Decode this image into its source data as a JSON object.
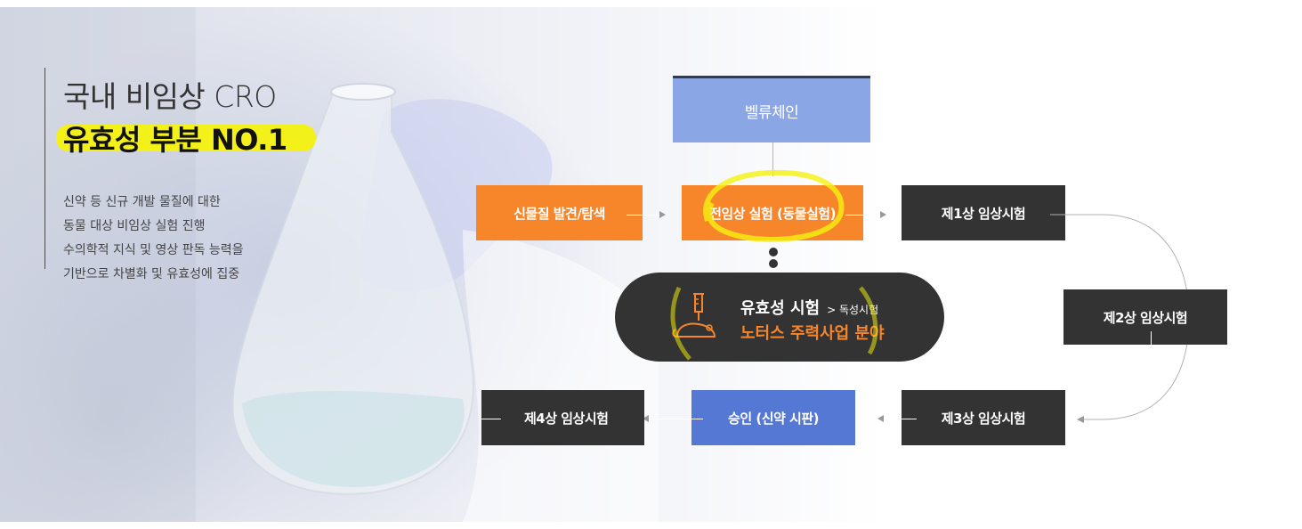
{
  "heading": {
    "line1": "국내 비임상 CRO",
    "line2": "유효성 부분 NO.1"
  },
  "description": [
    "신약 등 신규 개발 물질에 대한",
    "동물 대상 비임상 실험 진행",
    "수의학적 지식 및 영상 판독 능력을",
    "기반으로 차별화 및 유효성에 집중"
  ],
  "flow": {
    "value_chain": "벨류체인",
    "discovery": "신물질 발견/탐색",
    "preclinical": "전임상 실험 (동물실험)",
    "phase1": "제1상 임상시험",
    "phase2": "제2상 임상시험",
    "phase3": "제3상 임상시험",
    "approval": "승인 (신약 시판)",
    "phase4": "제4상 임상시험"
  },
  "focus": {
    "title": "유효성 시험",
    "sub": "> 독성시험",
    "tagline": "노터스 주력사업 분야",
    "icon": "mouse-syringe-icon"
  },
  "colors": {
    "orange": "#f7862a",
    "dark": "#333333",
    "blue": "#5578d4",
    "light_blue": "#8aa6e4",
    "highlight": "#f4f10f"
  }
}
